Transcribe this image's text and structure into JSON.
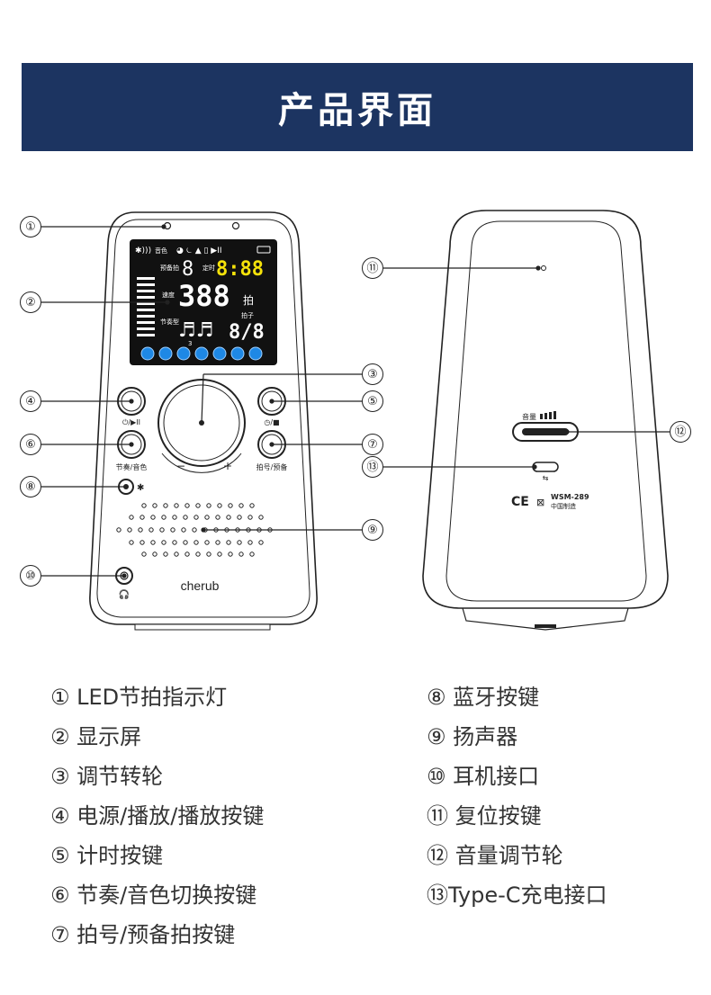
{
  "header": {
    "title": "产品界面"
  },
  "front": {
    "lcd": {
      "icons_row": "音色",
      "preset_label": "预备拍",
      "preset_value": "8",
      "timer_label": "定时",
      "timer_value": "8:88",
      "speed_label": "速度",
      "tempo_value": "388",
      "tempo_unit": "拍",
      "rhythm_label": "节奏型",
      "beat_label": "拍子",
      "beat_value": "8/8",
      "triplet": "3"
    },
    "btn4_label": "⏻/▶II",
    "btn5_label": "◷/■",
    "btn6_label": "节奏/音色",
    "btn7_label": "拍号/预备",
    "dial_minus": "−",
    "dial_plus": "+",
    "brand": "cherub"
  },
  "back": {
    "volume_label": "音量",
    "model": "WSM-289",
    "made_in": "中国制造",
    "ce": "CE"
  },
  "callouts": [
    "①",
    "②",
    "③",
    "④",
    "⑤",
    "⑥",
    "⑦",
    "⑧",
    "⑨",
    "⑩",
    "⑪",
    "⑫",
    "⑬"
  ],
  "legend": {
    "left": [
      "① LED节拍指示灯",
      "② 显示屏",
      "③ 调节转轮",
      "④ 电源/播放/播放按键",
      "⑤ 计时按键",
      "⑥ 节奏/音色切换按键",
      "⑦ 拍号/预备拍按键"
    ],
    "right": [
      "⑧ 蓝牙按键",
      "⑨ 扬声器",
      "⑩ 耳机接口",
      "⑪ 复位按键",
      "⑫ 音量调节轮",
      "⑬Type-C充电接口"
    ]
  },
  "colors": {
    "banner": "#1c3461",
    "lcd_bg": "#111111",
    "lcd_yellow": "#f5e20a",
    "lcd_blue": "#1e88e5"
  }
}
